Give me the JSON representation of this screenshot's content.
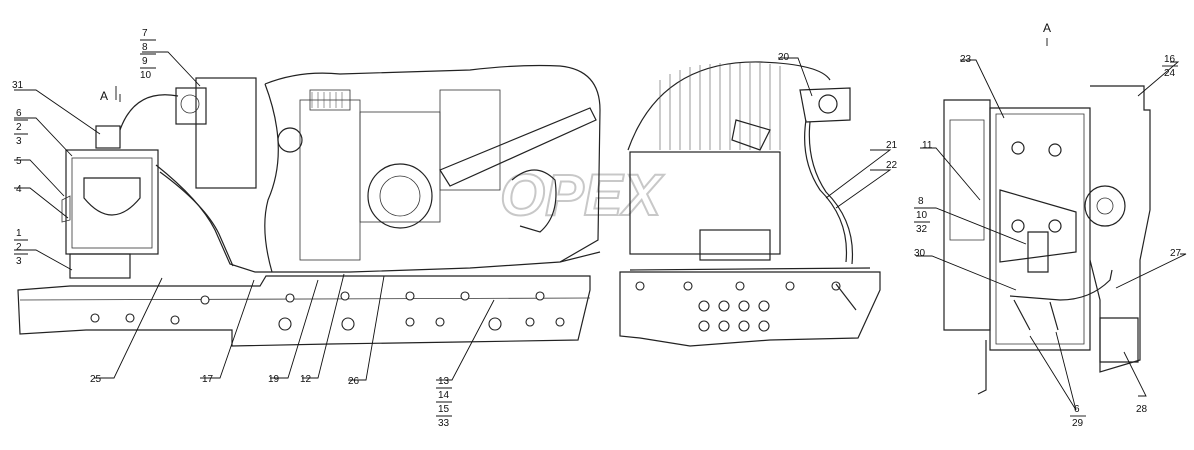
{
  "view_labels": {
    "left_view": "A",
    "right_view": "A"
  },
  "watermark": "OPEX",
  "callouts": {
    "c7": "7",
    "c8": "8",
    "c9": "9",
    "c10": "10",
    "c31": "31",
    "c6": "6",
    "c2a": "2",
    "c3a": "3",
    "c5": "5",
    "c4": "4",
    "c1": "1",
    "c2b": "2",
    "c3b": "3",
    "c25": "25",
    "c17": "17",
    "c19": "19",
    "c12": "12",
    "c26": "26",
    "c13": "13",
    "c14": "14",
    "c15": "15",
    "c33": "33",
    "c20": "20",
    "c21": "21",
    "c22": "22",
    "c23": "23",
    "c16": "16",
    "c24": "24",
    "c11": "11",
    "c8r": "8",
    "c10r": "10",
    "c32": "32",
    "c30": "30",
    "c27": "27",
    "c28": "28",
    "c6r": "6",
    "c29": "29"
  }
}
